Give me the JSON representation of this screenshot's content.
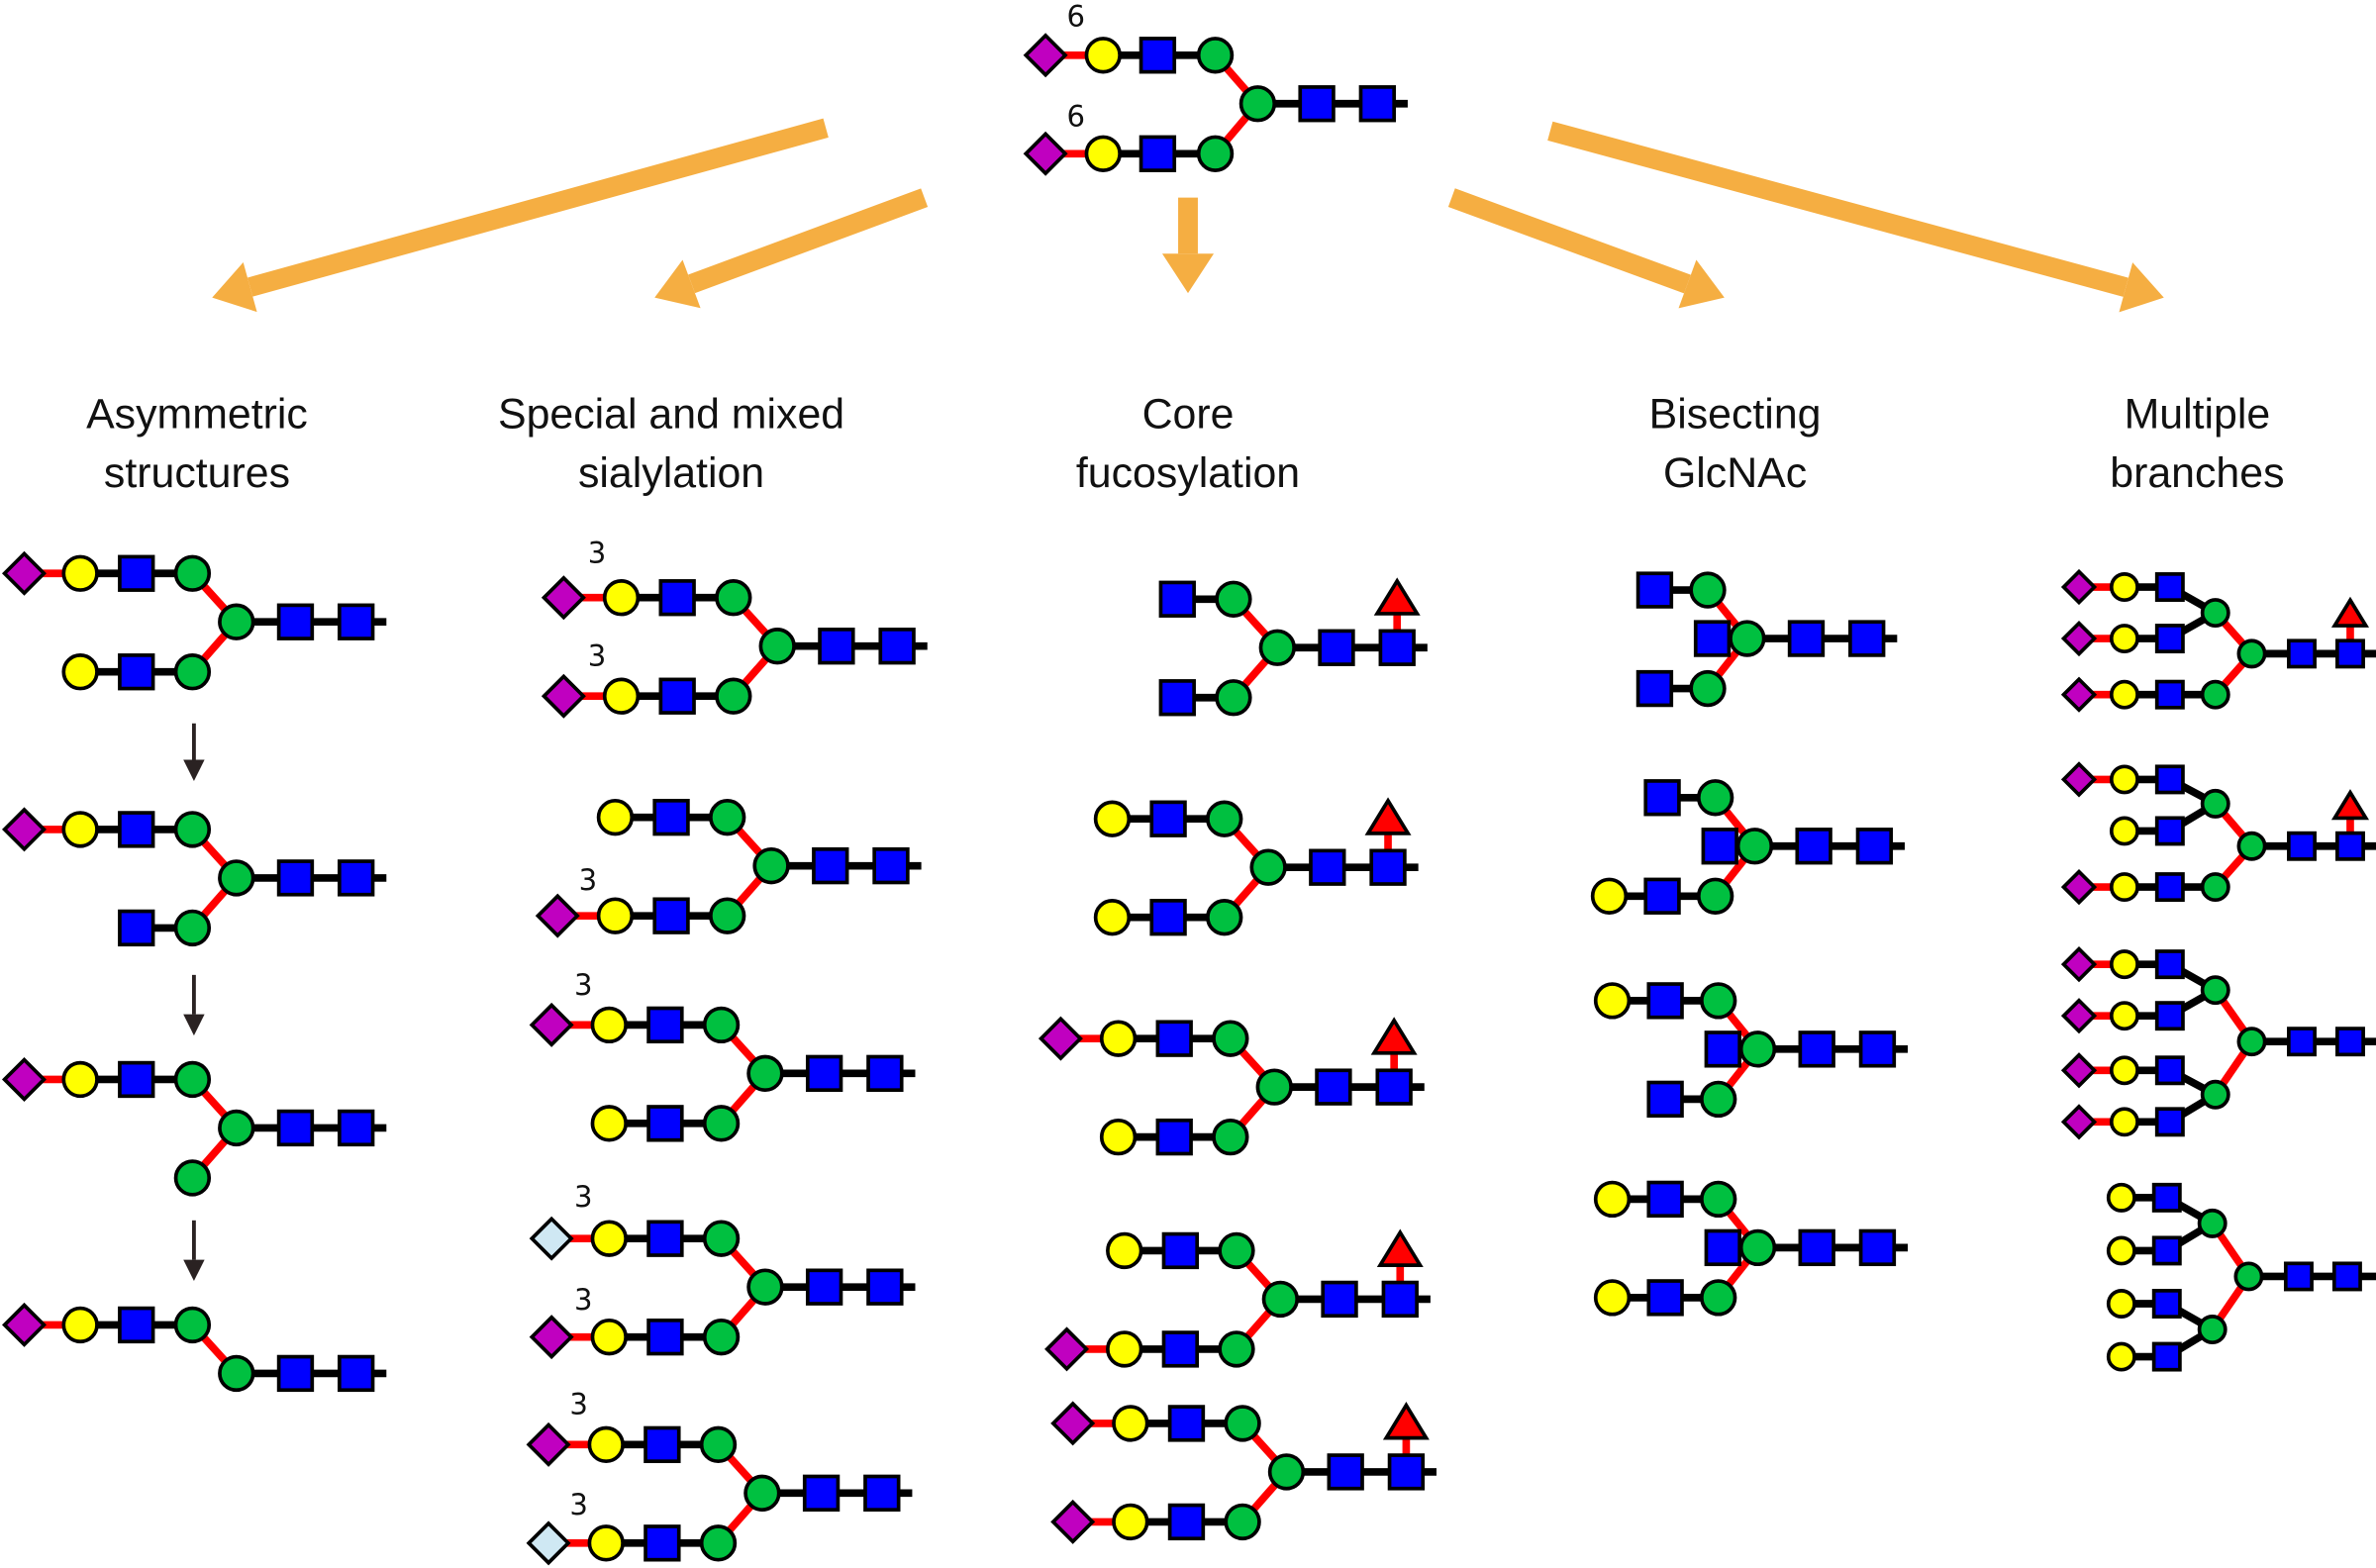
{
  "figure": {
    "linkage_labels": {
      "six": "6",
      "three": "3"
    },
    "columns": [
      {
        "title_line1": "Asymmetric",
        "title_line2": "structures"
      },
      {
        "title_line1": "Special and mixed",
        "title_line2": "sialylation"
      },
      {
        "title_line1": "Core",
        "title_line2": "fucosylation"
      },
      {
        "title_line1": "Bisecting",
        "title_line2": "GlcNAc"
      },
      {
        "title_line1": "Multiple",
        "title_line2": "branches"
      }
    ],
    "colors": {
      "sialic_acid": "#c000c0",
      "sialic_acid_alt": "#cfe8f3",
      "galactose": "#ffff00",
      "glcnac": "#0000ff",
      "mannose": "#00c040",
      "fucose": "#ff0000",
      "red_linkage": "#ff0000",
      "black_linkage": "#000000",
      "orange_arrow": "#f5ae42",
      "dark_arrow": "#2a2222"
    },
    "symbols": [
      "sialic-acid-diamond",
      "galactose-circle",
      "glcnac-square",
      "mannose-circle",
      "fucose-triangle"
    ]
  }
}
